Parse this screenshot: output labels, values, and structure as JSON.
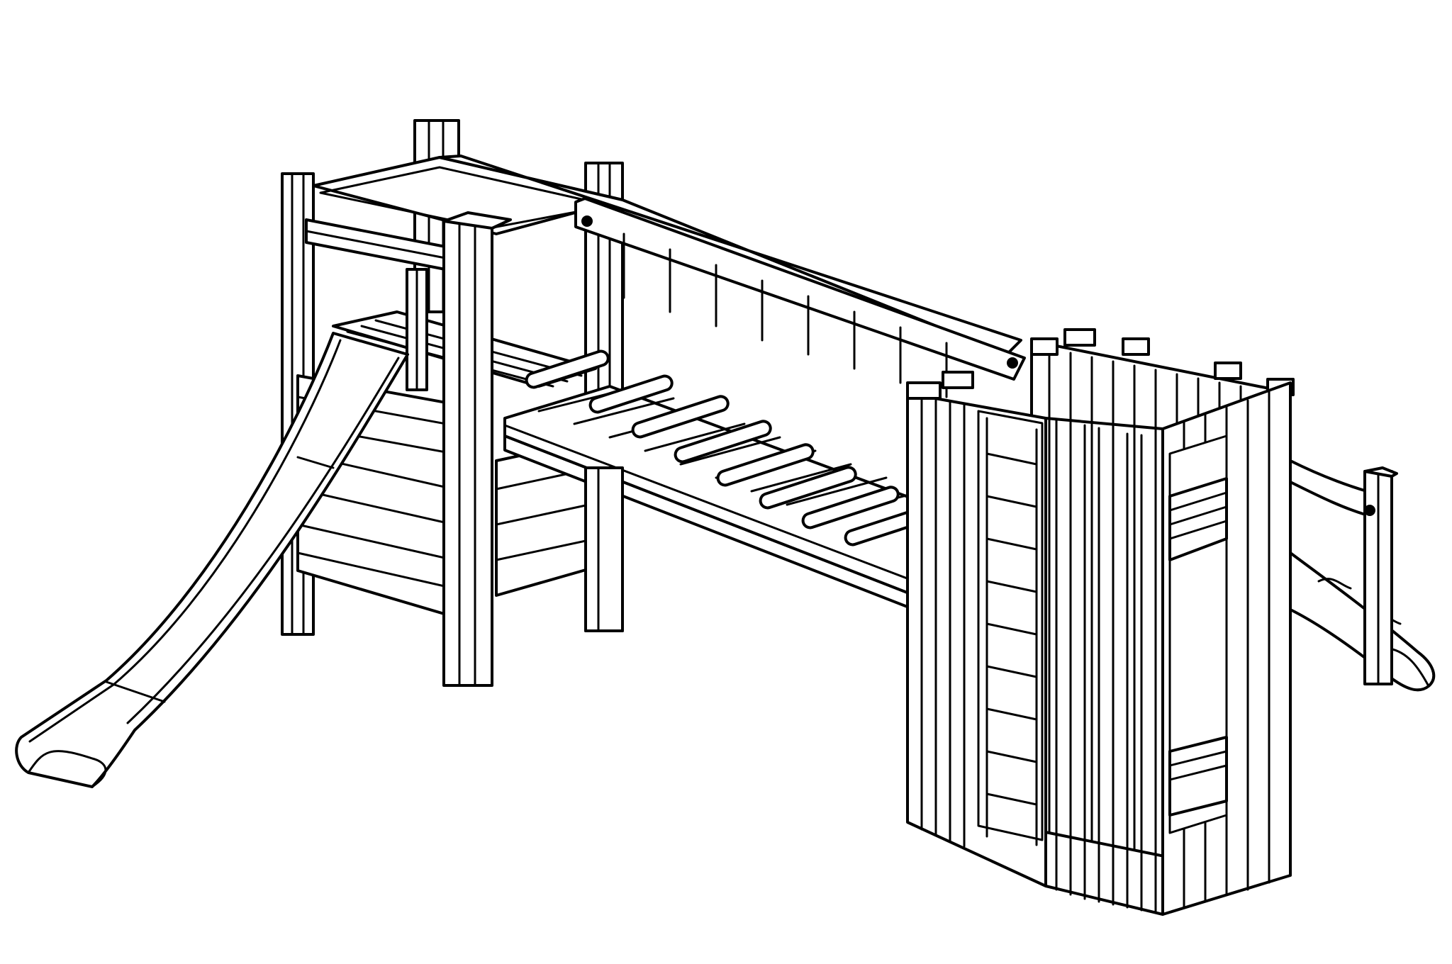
{
  "figure": {
    "subject": "playground-structure-line-drawing",
    "components": [
      "slide-tower",
      "stairs",
      "log-bridge",
      "top-beam",
      "enclosed-tower",
      "ladder",
      "tube-slide"
    ],
    "colors": {
      "line": "#000000",
      "background": "#ffffff"
    }
  }
}
